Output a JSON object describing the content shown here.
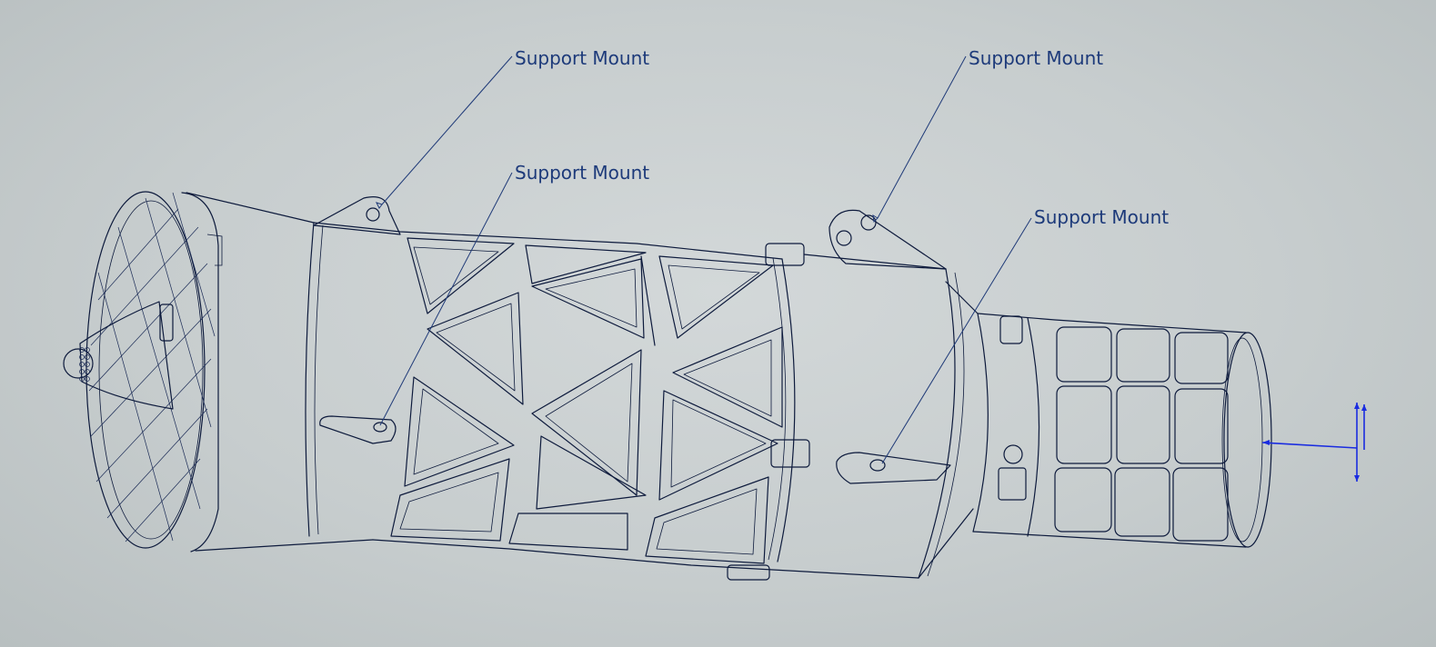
{
  "callouts": [
    {
      "id": "callout-top-left",
      "label": "Support Mount"
    },
    {
      "id": "callout-mid-left",
      "label": "Support Mount"
    },
    {
      "id": "callout-top-right",
      "label": "Support Mount"
    },
    {
      "id": "callout-mid-right",
      "label": "Support Mount"
    }
  ],
  "colors": {
    "background": "#c7cdce",
    "linework": "#0d1a3c",
    "annotation": "#1d3a7a",
    "triad": "#1a2ce0"
  }
}
